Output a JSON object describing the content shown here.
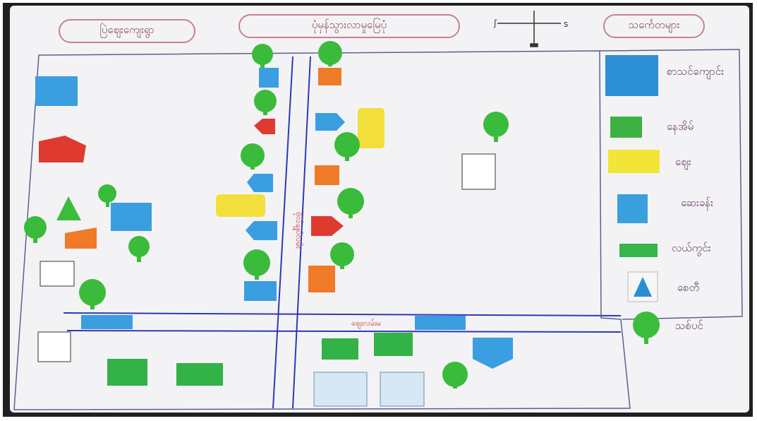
{
  "header": {
    "left_title": "ပြဲဈေးကျေးရွာ",
    "center_title": "ပုံမှန်သွားလာမှုမြေပုံ",
    "right_title": "သင်္ကေတများ"
  },
  "compass": {
    "west": "ʃ",
    "east": "s"
  },
  "streets": {
    "vertical_name": "ဗိုလ်ချုပ်လမ်း",
    "horizontal_name": "ဈေးလမ်းမ"
  },
  "legend": [
    {
      "symbol": "school",
      "label": "စာသင်ကျောင်း",
      "color": "#2d8fd6"
    },
    {
      "symbol": "house",
      "label": "နေအိမ်",
      "color": "#3db243"
    },
    {
      "symbol": "market",
      "label": "ဈေး",
      "color": "#f2e536"
    },
    {
      "symbol": "clinic",
      "label": "ဆေးခန်း",
      "color": "#3aa0dd"
    },
    {
      "symbol": "field",
      "label": "လယ်ကွင်း",
      "color": "#35b54a"
    },
    {
      "symbol": "pagoda",
      "label": "စေတီ",
      "color": "#2a8ed3"
    },
    {
      "symbol": "tree",
      "label": "သစ်ပင်",
      "color": "#3bbd3c"
    }
  ],
  "colors": {
    "road": "#2f38b7",
    "tree": "#3bbb3b",
    "blue_building": "#3a9ee0",
    "orange_building": "#ef7a28",
    "red_building": "#de3a30",
    "yellow_building": "#f3df3c",
    "green_field": "#32b247"
  }
}
